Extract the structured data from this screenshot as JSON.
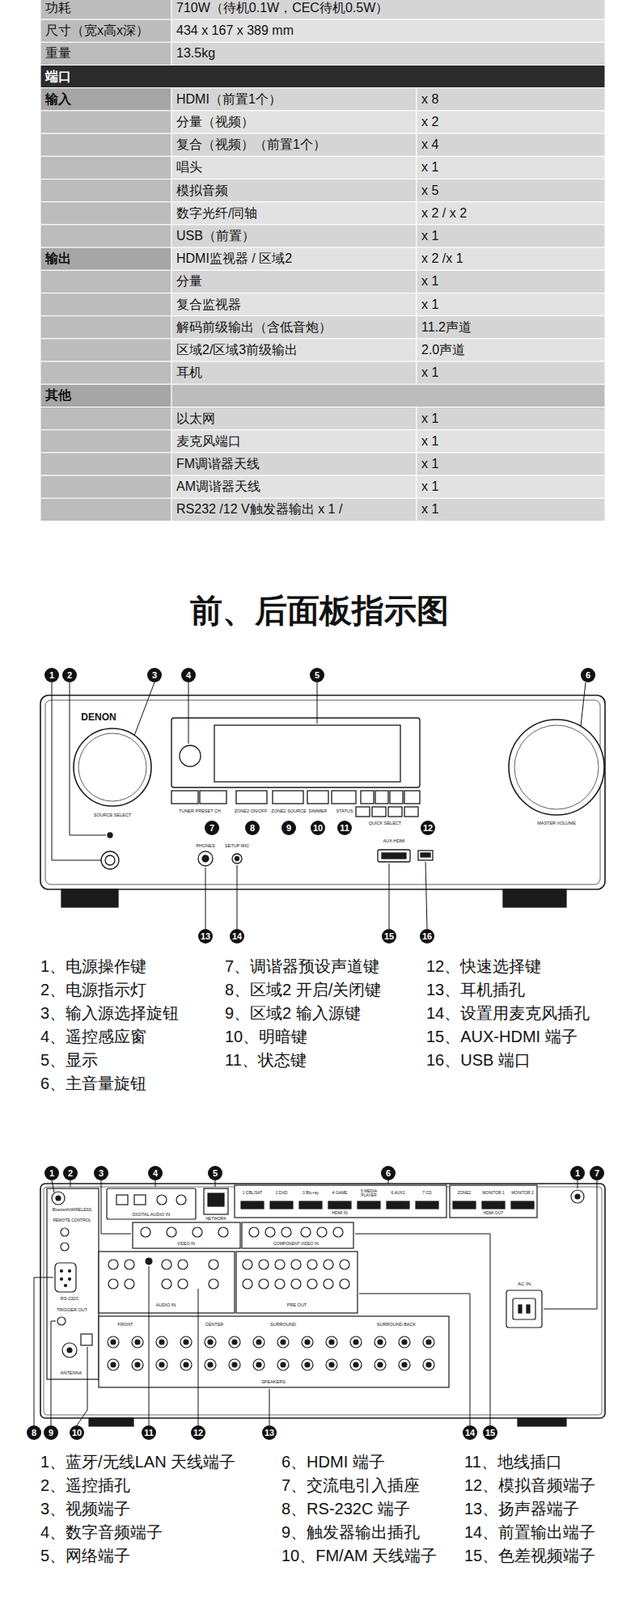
{
  "diagram": {
    "title": "前、后面板指示图",
    "labels": [
      "功耗",
      "710W（待机0.1W，CEC待机0.5W）",
      "尺寸（宽x高x深）",
      "434 x 167 x 389 mm",
      "重量",
      "13.5kg",
      "端口",
      "输入",
      "HDMI（前置1个）",
      "x 8",
      "分量（视频）",
      "x 2",
      "复合（视频）（前置1个）",
      "x 4",
      "唱头",
      "x 1",
      "模拟音频",
      "x 5",
      "数字光纤/同轴",
      "x 2 / x 2",
      "USB（前置）",
      "x 1",
      "输出",
      "HDMI监视器 / 区域2",
      "x 2 /x 1",
      "分量",
      "x 1",
      "复合监视器",
      "x 1",
      "解码前级输出（含低音炮）",
      "11.2声道",
      "区域2/区域3前级输出",
      "2.0声道",
      "耳机",
      "x 1",
      "其他",
      "以太网",
      "x 1",
      "麦克风端口",
      "x 1",
      "FM调谐器天线",
      "x 1",
      "AM调谐器天线",
      "x 1",
      "RS232 /12 V触发器输出 x 1 /",
      "x 1",
      "1",
      "2",
      "3",
      "4",
      "5",
      "6",
      "7",
      "8",
      "9",
      "10",
      "11",
      "12",
      "13",
      "14",
      "15",
      "16",
      "DENON",
      "SOURCE SELECT",
      "MASTER VOLUME",
      "PHONES",
      "SETUP MIC",
      "AUX-HDMI",
      "TUNER PRESET CH",
      "ZONE2 ON/OFF",
      "ZONE2 SOURCE",
      "DIMMER",
      "STATUS",
      "QUICK SELECT",
      "1、电源操作键",
      "2、电源指示灯",
      "3、输入源选择旋钮",
      "4、遥控感应窗",
      "5、显示",
      "6、主音量旋钮",
      "7、调谐器预设声道键",
      "8、区域2 开启/关闭键",
      "9、区域2 输入源键",
      "10、明暗键",
      "11、状态键",
      "12、快速选择键",
      "13、耳机插孔",
      "14、设置用麦克风插孔",
      "15、AUX-HDMI 端子",
      "16、USB 端口",
      "1",
      "2",
      "3",
      "4",
      "5",
      "6",
      "1",
      "7",
      "8",
      "9",
      "10",
      "11",
      "12",
      "13",
      "14",
      "15",
      "Bluetooth/WIRELESS",
      "REMOTE CONTROL",
      "RS-232C",
      "TRIGGER OUT",
      "ANTENNA",
      "DIGITAL AUDIO IN",
      "NETWORK",
      "HDMI IN",
      "HDMI OUT",
      "VIDEO IN",
      "COMPONENT VIDEO IN",
      "AUDIO IN",
      "PRE OUT",
      "FRONT",
      "CENTER",
      "SURROUND",
      "SURROUND BACK",
      "SPEAKERS",
      "AC IN",
      "1 CBL/SAT",
      "2 DVD",
      "3 Blu-ray",
      "4 GAME",
      "5 MEDIA PLAYER",
      "6 AUX2",
      "7 CD",
      "ZONE2",
      "MONITOR 1",
      "MONITOR 2",
      "1、蓝牙/无线LAN 天线端子",
      "2、遥控插孔",
      "3、视频端子",
      "4、数字音频端子",
      "5、网络端子",
      "6、HDMI 端子",
      "7、交流电引入插座",
      "8、RS-232C 端子",
      "9、触发器输出插孔",
      "10、FM/AM 天线端子",
      "11、地线插口",
      "12、模拟音频端子",
      "13、扬声器端子",
      "14、前置输出端子",
      "15、色差视频端子"
    ]
  }
}
